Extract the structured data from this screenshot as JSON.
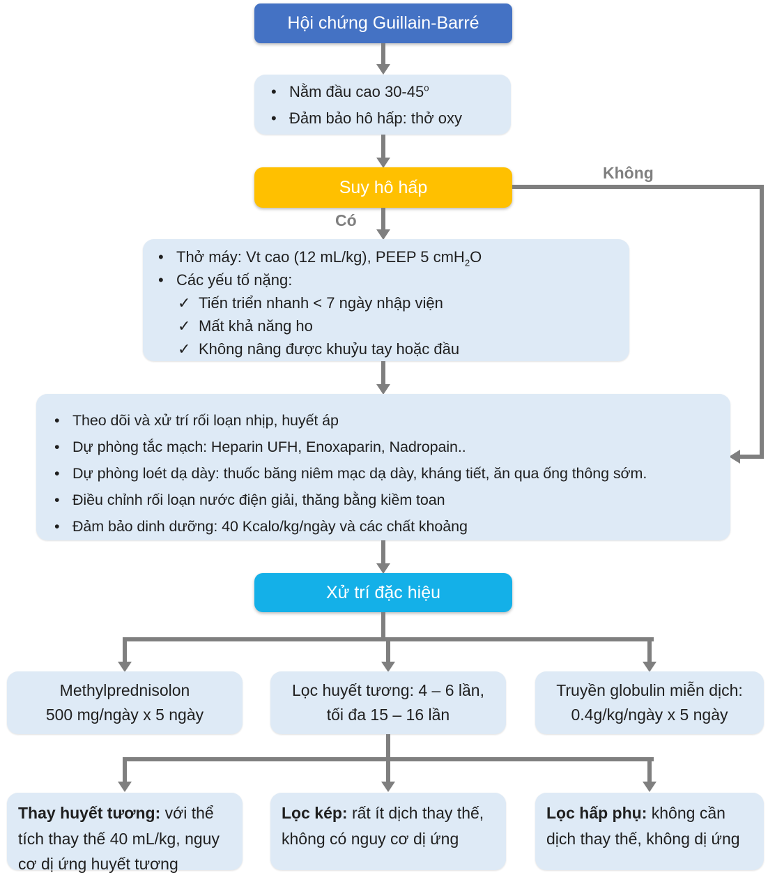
{
  "colors": {
    "blue": "#4472c4",
    "orange": "#ffc000",
    "cyan": "#14b0e8",
    "light": "#deeaf6",
    "gray": "#7f7f7f",
    "ink": "#1f1f1f"
  },
  "glyphs": {
    "bullet": "•",
    "check": "✓"
  },
  "flowchart": {
    "title": "Hội chứng Guillain-Barré",
    "prep": {
      "bullet1_pre": "Nằm đầu cao 30-45",
      "bullet1_sup": "o",
      "bullet2": "Đảm bảo hô hấp: thở oxy"
    },
    "respiratory_failure": {
      "label": "Suy hô hấp",
      "yes_label": "Có",
      "no_label": "Không"
    },
    "ventilation": {
      "bullet1_pre": "Thở máy: Vt cao (12 mL/kg), PEEP 5 cmH",
      "bullet1_sub": "2",
      "bullet1_post": "O",
      "bullet2": "Các yếu tố nặng:",
      "check1": "Tiến triển nhanh < 7 ngày nhập viện",
      "check2": "Mất khả năng ho",
      "check3": "Không nâng được khuỷu tay hoặc đầu"
    },
    "monitoring": {
      "bullet1": "Theo dõi và xử trí rối loạn nhịp, huyết áp",
      "bullet2": "Dự phòng tắc mạch: Heparin UFH, Enoxaparin, Nadropain..",
      "bullet3": "Dự phòng loét dạ dày: thuốc băng niêm mạc dạ dày, kháng tiết, ăn qua ống thông sớm.",
      "bullet4": "Điều chỉnh rối loạn nước điện giải, thăng bằng kiềm toan",
      "bullet5": "Đảm bảo dinh dưỡng: 40 Kcalo/kg/ngày và các chất khoảng"
    },
    "specific_label": "Xử trí đặc hiệu",
    "treatments": {
      "methylprednisolon_line1": "Methylprednisolon",
      "methylprednisolon_line2": "500 mg/ngày x 5 ngày",
      "plasma_line1": "Lọc huyết tương: 4 – 6 lần,",
      "plasma_line2": "tối đa 15 – 16 lần",
      "globulin_line1": "Truyền globulin miễn dịch:",
      "globulin_line2": "0.4g/kg/ngày x 5 ngày"
    },
    "plasma_methods": {
      "tpe_bold": "Thay huyết tương:",
      "tpe_rest": " với thể tích thay thế 40 mL/kg, nguy cơ dị ứng huyết tương",
      "double_bold": "Lọc kép:",
      "double_rest": " rất ít dịch thay thế, không có nguy cơ dị ứng",
      "adsorb_bold": "Lọc hấp phụ:",
      "adsorb_rest": " không cần dịch thay thế, không dị ứng"
    }
  }
}
